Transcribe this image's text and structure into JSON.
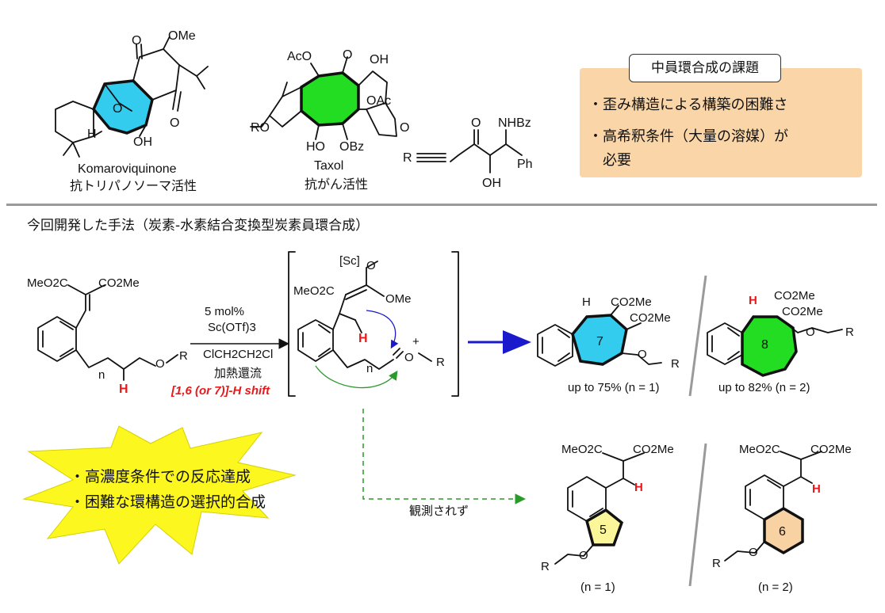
{
  "top": {
    "komaroviquinone": {
      "name": "Komaroviquinone",
      "activity": "抗トリパノソーマ活性",
      "OMe": "OMe",
      "OH": "OH",
      "H": "H",
      "O_keto1": "O",
      "O_keto2": "O",
      "O_bridge": "O"
    },
    "taxol": {
      "name": "Taxol",
      "activity": "抗がん活性",
      "AcO": "AcO",
      "OH_top": "OH",
      "OAc": "OAc",
      "RO": "RO",
      "HO": "HO",
      "OBz": "OBz",
      "O_keto": "O",
      "O_ring": "O"
    },
    "side_chain": {
      "R": "R",
      "O": "O",
      "NHBz": "NHBz",
      "Ph": "Ph",
      "OH": "OH"
    }
  },
  "issues": {
    "title": "中員環合成の課題",
    "items": [
      "・歪み構造による構築の困難さ",
      "・高希釈条件（大量の溶媒）が",
      "必要"
    ]
  },
  "section_title": "今回開発した手法（炭素-水素結合変換型炭素員環合成）",
  "reaction": {
    "substrate": {
      "left_ester": "MeO2C",
      "right_ester": "CO2Me",
      "n": "n",
      "O": "O",
      "R": "R",
      "H": "H"
    },
    "conditions": {
      "catalyst": "5 mol%",
      "reagent": "Sc(OTf)3",
      "solvent": "ClCH2CH2Cl",
      "heat": "加熱還流",
      "shift": "[1,6 (or 7)]-H shift"
    },
    "intermediate": {
      "Sc": "[Sc]",
      "O_top": "O",
      "ester": "MeO2C",
      "OMe": "OMe",
      "H": "H",
      "n": "n",
      "O_plus": "O",
      "plus": "+",
      "R": "R"
    },
    "products": [
      {
        "ring": "7",
        "yield": "up to 75% (n = 1)",
        "ester1": "CO2Me",
        "ester2": "CO2Me",
        "H": "H",
        "O": "O",
        "R": "R",
        "color": "#33ccee"
      },
      {
        "ring": "8",
        "yield": "up to 82% (n = 2)",
        "ester1": "CO2Me",
        "ester2": "CO2Me",
        "H": "H",
        "O": "O",
        "R": "R",
        "color": "#22dd22"
      }
    ],
    "not_observed": "観測されず",
    "unobserved_products": [
      {
        "ring": "5",
        "n_label": "(n = 1)",
        "left_ester": "MeO2C",
        "right_ester": "CO2Me",
        "H": "H",
        "O": "O",
        "R": "R",
        "color": "#fcf69a"
      },
      {
        "ring": "6",
        "n_label": "(n = 2)",
        "left_ester": "MeO2C",
        "right_ester": "CO2Me",
        "H": "H",
        "O": "O",
        "R": "R",
        "color": "#f8d2a2"
      }
    ]
  },
  "highlights": [
    "・高濃度条件での反応達成",
    "・困難な環構造の選択的合成"
  ],
  "colors": {
    "seven_ring": "#33ccee",
    "eight_ring": "#22dd22",
    "five_ring": "#fcf69a",
    "six_ring": "#f8d2a2",
    "issue_box": "#f9d5a7",
    "star": "#fbf71f",
    "arrow": "#1a1acc",
    "curve_arrow": "#2a9a2a",
    "dashed_arrow": "#2a9a2a",
    "hydrogen": "#e8191b"
  }
}
